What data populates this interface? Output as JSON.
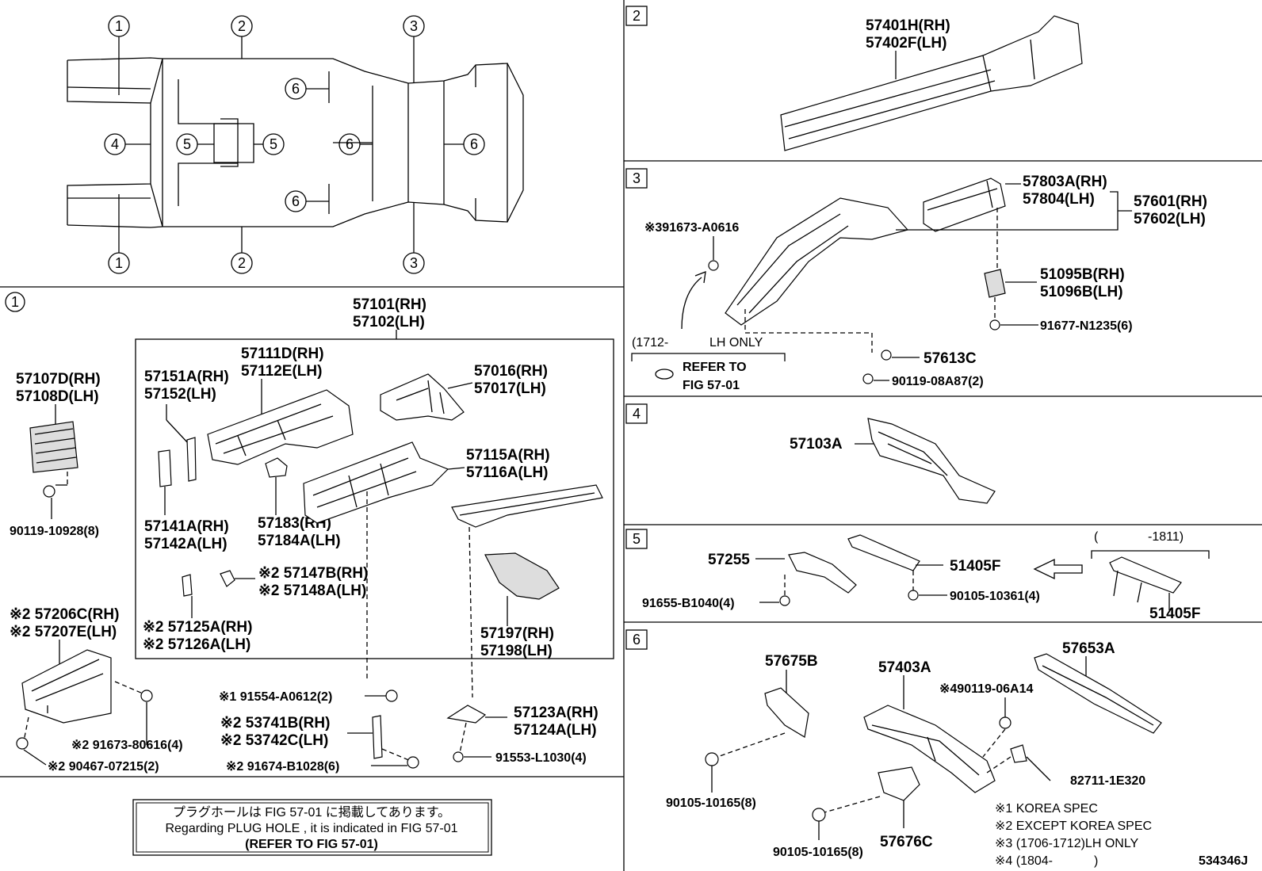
{
  "diagram_code": "534346J",
  "index_numbers": [
    "1",
    "2",
    "3",
    "4",
    "5",
    "6"
  ],
  "section1": {
    "assy": [
      "57101(RH)",
      "57102(LH)"
    ],
    "parts": {
      "p57107": [
        "57107D(RH)",
        "57108D(LH)"
      ],
      "p90119_10928": "90119-10928(8)",
      "p57151": [
        "57151A(RH)",
        "57152(LH)"
      ],
      "p57111": [
        "57111D(RH)",
        "57112E(LH)"
      ],
      "p57016": [
        "57016(RH)",
        "57017(LH)"
      ],
      "p57141": [
        "57141A(RH)",
        "57142A(LH)"
      ],
      "p57183": [
        "57183(RH)",
        "57184A(LH)"
      ],
      "p57115": [
        "57115A(RH)",
        "57116A(LH)"
      ],
      "p57147": [
        "※2 57147B(RH)",
        "※2 57148A(LH)"
      ],
      "p57125": [
        "※2 57125A(RH)",
        "※2 57126A(LH)"
      ],
      "p57197": [
        "57197(RH)",
        "57198(LH)"
      ],
      "p57206": [
        "※2 57206C(RH)",
        "※2 57207E(LH)"
      ],
      "p91673_80616": "※2 91673-80616(4)",
      "p90467": "※2 90467-07215(2)",
      "p91554": "※1 91554-A0612(2)",
      "p53741": [
        "※2 53741B(RH)",
        "※2 53742C(LH)"
      ],
      "p91674": "※2 91674-B1028(6)",
      "p57123": [
        "57123A(RH)",
        "57124A(LH)"
      ],
      "p91553": "91553-L1030(4)"
    }
  },
  "section2": {
    "parts": {
      "p57401": [
        "57401H(RH)",
        "57402F(LH)"
      ]
    }
  },
  "section3": {
    "parts": {
      "p91673_A0616": "※391673-A0616",
      "p57803": [
        "57803A(RH)",
        "57804(LH)"
      ],
      "p57601": [
        "57601(RH)",
        "57602(LH)"
      ],
      "p51095": [
        "51095B(RH)",
        "51096B(LH)"
      ],
      "p91677": "91677-N1235(6)",
      "p57613": "57613C",
      "p90119_08A87": "90119-08A87(2)"
    },
    "lh_only": [
      "(1712-",
      "LH ONLY"
    ],
    "refer": [
      "REFER TO",
      "FIG 57-01"
    ]
  },
  "section4": {
    "parts": {
      "p57103": "57103A"
    }
  },
  "section5": {
    "parts": {
      "p57255": "57255",
      "p51405": "51405F",
      "p51405b": "51405F",
      "p91655": "91655-B1040(4)",
      "p90105_10361": "90105-10361(4)"
    },
    "range": [
      "(",
      "-1811)"
    ]
  },
  "section6": {
    "parts": {
      "p57675": "57675B",
      "p57403": "57403A",
      "p57653": "57653A",
      "p90119_06A14": "※490119-06A14",
      "p82711": "82711-1E320",
      "p90105_a": "90105-10165(8)",
      "p90105_b": "90105-10165(8)",
      "p57676": "57676C"
    },
    "notes": [
      "※1 KOREA SPEC",
      "※2 EXCEPT KOREA SPEC",
      "※3 (1706-1712)LH ONLY",
      "※4 (1804-",
      " )"
    ]
  },
  "plug_hole_note": [
    "プラグホールは FIG 57-01 に掲載してあります。",
    "Regarding  PLUG  HOLE , it is indicated in FIG  57-01",
    "(REFER TO FIG 57-01)"
  ]
}
